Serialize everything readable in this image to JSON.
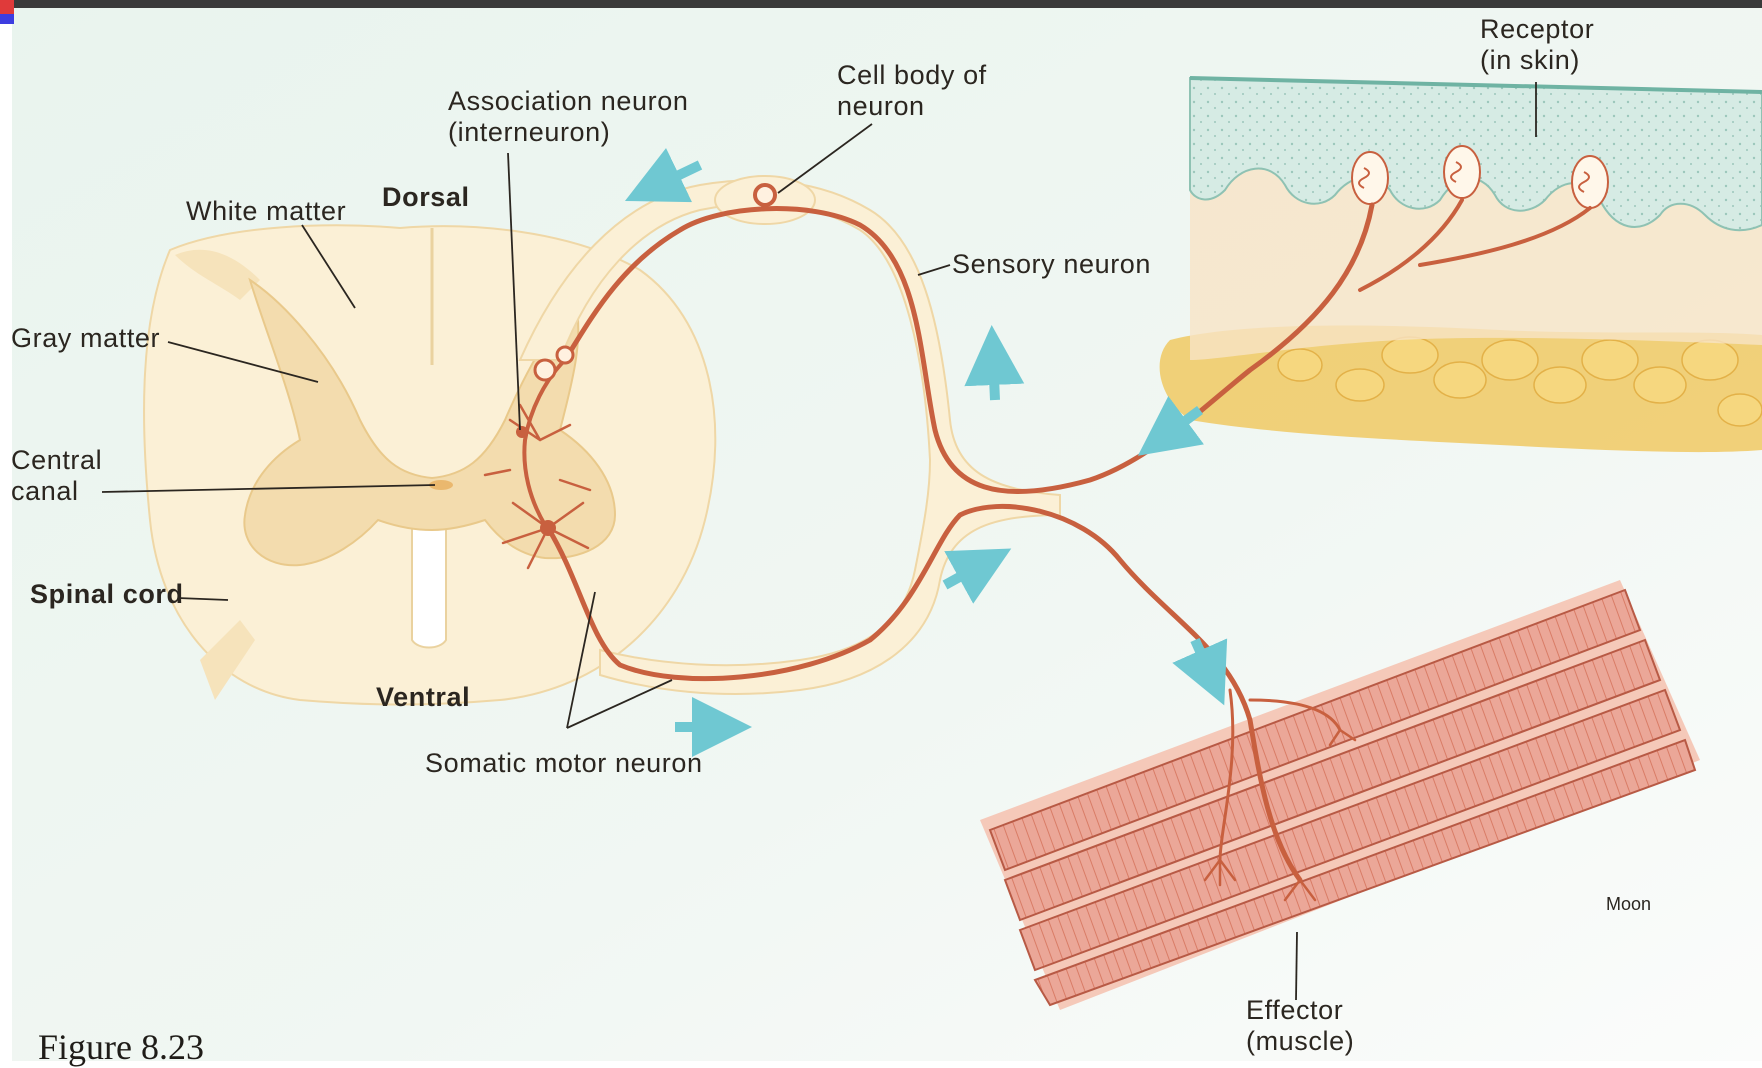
{
  "labels": {
    "association_neuron": "Association neuron\n(interneuron)",
    "cell_body": "Cell body of\nneuron",
    "receptor": "Receptor\n(in skin)",
    "white_matter": "White matter",
    "dorsal": "Dorsal",
    "gray_matter": "Gray matter",
    "sensory_neuron": "Sensory neuron",
    "central_canal": "Central\ncanal",
    "spinal_cord": "Spinal cord",
    "ventral": "Ventral",
    "somatic_motor_neuron": "Somatic motor neuron",
    "effector": "Effector\n(muscle)",
    "credit": "Moon"
  },
  "figure_caption": "Figure 8.23",
  "colors": {
    "background": "#eef6f1",
    "cord_fill": "#fbefd2",
    "gray_matter": "#f3dcae",
    "neuron": "#c8603f",
    "arrow": "#6fc8d2",
    "skin": "#cfe5de",
    "fat": "#f0c963",
    "muscle": "#e8a291"
  }
}
